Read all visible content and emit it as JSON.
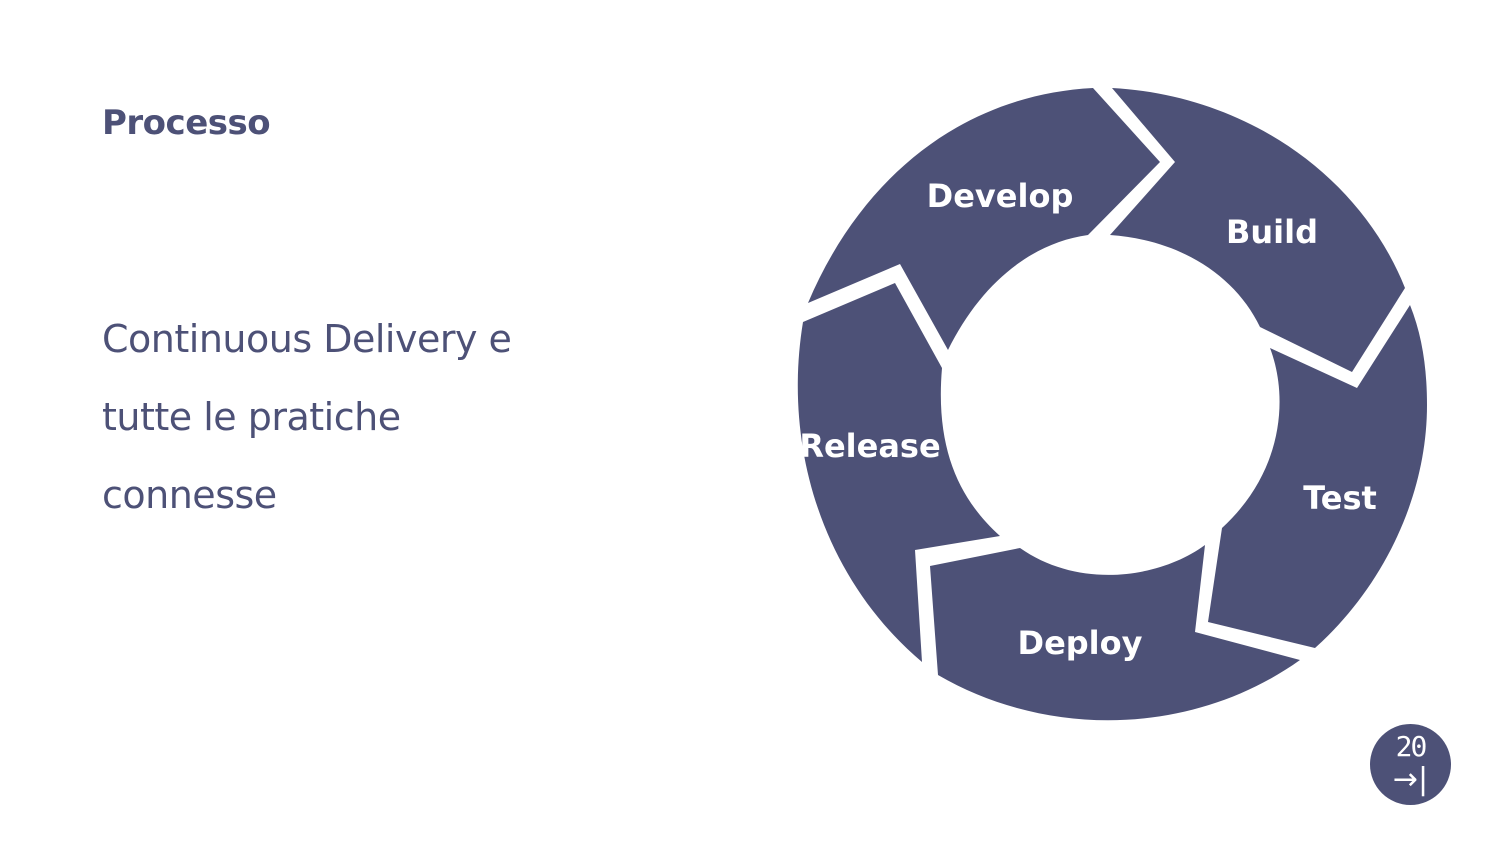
{
  "slide": {
    "title": "Processo",
    "body_lines": [
      "Continuous Delivery e",
      "tutte le pratiche",
      "connesse"
    ]
  },
  "cycle": {
    "color": "#4d5177",
    "stages": [
      "Develop",
      "Build",
      "Test",
      "Deploy",
      "Release"
    ]
  },
  "logo": {
    "number": "20",
    "mark": "→|"
  }
}
